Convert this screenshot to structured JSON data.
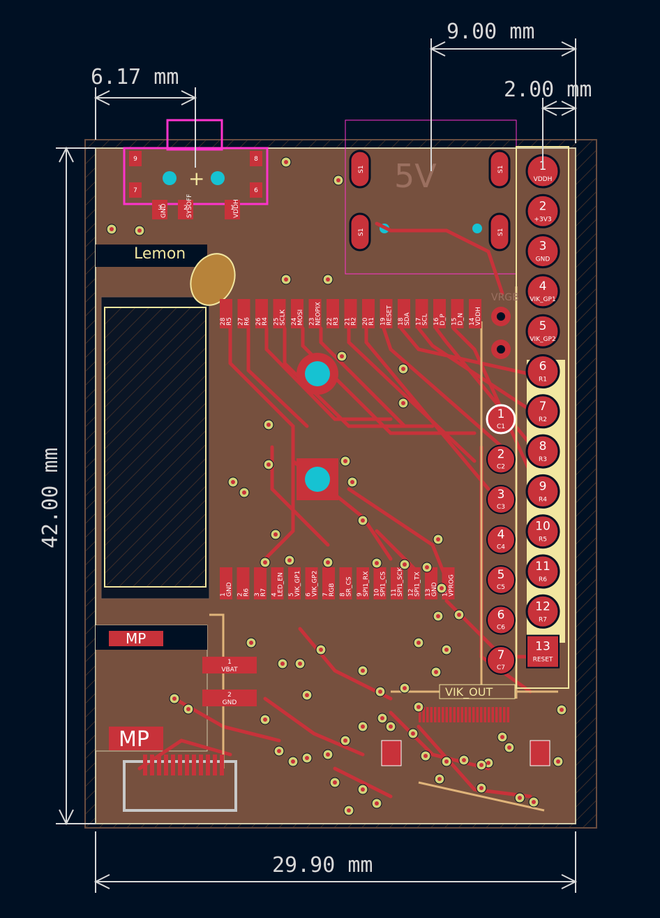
{
  "dimensions": {
    "top_right_outer": "9.00 mm",
    "top_right_inner": "2.00 mm",
    "top_left": "6.17 mm",
    "left_height": "42.00 mm",
    "bottom_width": "29.90 mm"
  },
  "silkscreen": {
    "lemon": "Lemon",
    "mp_small": "MP",
    "mp_large": "MP",
    "vik_out": "VIK_OUT",
    "five_v": "5V",
    "vrgb": "VRGB"
  },
  "header_right_pins": [
    {
      "num": "1",
      "net": "VDDH"
    },
    {
      "num": "2",
      "net": "+3V3"
    },
    {
      "num": "3",
      "net": "GND"
    },
    {
      "num": "4",
      "net": "VIK_GP1"
    },
    {
      "num": "5",
      "net": "VIK_GP2"
    },
    {
      "num": "6",
      "net": "R1"
    },
    {
      "num": "7",
      "net": "R2"
    },
    {
      "num": "8",
      "net": "R3"
    },
    {
      "num": "9",
      "net": "R4"
    },
    {
      "num": "10",
      "net": "R5"
    },
    {
      "num": "11",
      "net": "R6"
    },
    {
      "num": "12",
      "net": "R7"
    },
    {
      "num": "13",
      "net": "RESET"
    }
  ],
  "header_col_pins": [
    {
      "num": "1",
      "net": "C1"
    },
    {
      "num": "2",
      "net": "C2"
    },
    {
      "num": "3",
      "net": "C3"
    },
    {
      "num": "4",
      "net": "C4"
    },
    {
      "num": "5",
      "net": "C5"
    },
    {
      "num": "6",
      "net": "C6"
    },
    {
      "num": "7",
      "net": "C7"
    }
  ],
  "top_pad_row": [
    {
      "num": "28",
      "net": "R5"
    },
    {
      "num": "27",
      "net": "R6"
    },
    {
      "num": "26",
      "net": "R4"
    },
    {
      "num": "25",
      "net": "SCLK"
    },
    {
      "num": "24",
      "net": "MOSI"
    },
    {
      "num": "23",
      "net": "NEOPIX"
    },
    {
      "num": "22",
      "net": "R3"
    },
    {
      "num": "21",
      "net": "R2"
    },
    {
      "num": "20",
      "net": "R1"
    },
    {
      "num": "19",
      "net": "RESET"
    },
    {
      "num": "18",
      "net": "SDA"
    },
    {
      "num": "17",
      "net": "SCL"
    },
    {
      "num": "16",
      "net": "D_P"
    },
    {
      "num": "15",
      "net": "D_N"
    },
    {
      "num": "14",
      "net": "VDDH"
    }
  ],
  "bottom_pad_row": [
    {
      "num": "1",
      "net": "GND"
    },
    {
      "num": "2",
      "net": "R6"
    },
    {
      "num": "3",
      "net": "R7"
    },
    {
      "num": "4",
      "net": "LED_EN"
    },
    {
      "num": "5",
      "net": "VIK_GP1"
    },
    {
      "num": "6",
      "net": "VIK_GP2"
    },
    {
      "num": "7",
      "net": "RGB"
    },
    {
      "num": "8",
      "net": "SR_CS"
    },
    {
      "num": "9",
      "net": "SPI1_RX"
    },
    {
      "num": "10",
      "net": "SPI1_CS"
    },
    {
      "num": "11",
      "net": "SPI1_SCK"
    },
    {
      "num": "12",
      "net": "SPI1_TX"
    },
    {
      "num": "13",
      "net": "GND"
    },
    {
      "num": "14",
      "net": "VPROG"
    }
  ],
  "battery_pads": [
    {
      "num": "1",
      "net": "VBAT"
    },
    {
      "num": "2",
      "net": "GND"
    }
  ],
  "connector_pads": [
    {
      "num": "9",
      "net": ""
    },
    {
      "num": "8",
      "net": ""
    },
    {
      "num": "7",
      "net": ""
    },
    {
      "num": "6",
      "net": ""
    },
    {
      "num": "3",
      "net": "GND"
    },
    {
      "num": "2",
      "net": "SYSOFF"
    },
    {
      "num": "1",
      "net": "VDDH"
    }
  ],
  "switch_labels": [
    "S1",
    "S1",
    "S1",
    "S1"
  ],
  "colors": {
    "background": "#001023",
    "board": "#76503e",
    "copper": "#c8323a",
    "silk": "#f2e6a0",
    "edge": "#d0c8a8",
    "via": "#d2d27a",
    "hole": "#16c2d2",
    "courtyard": "#ff33cc"
  }
}
